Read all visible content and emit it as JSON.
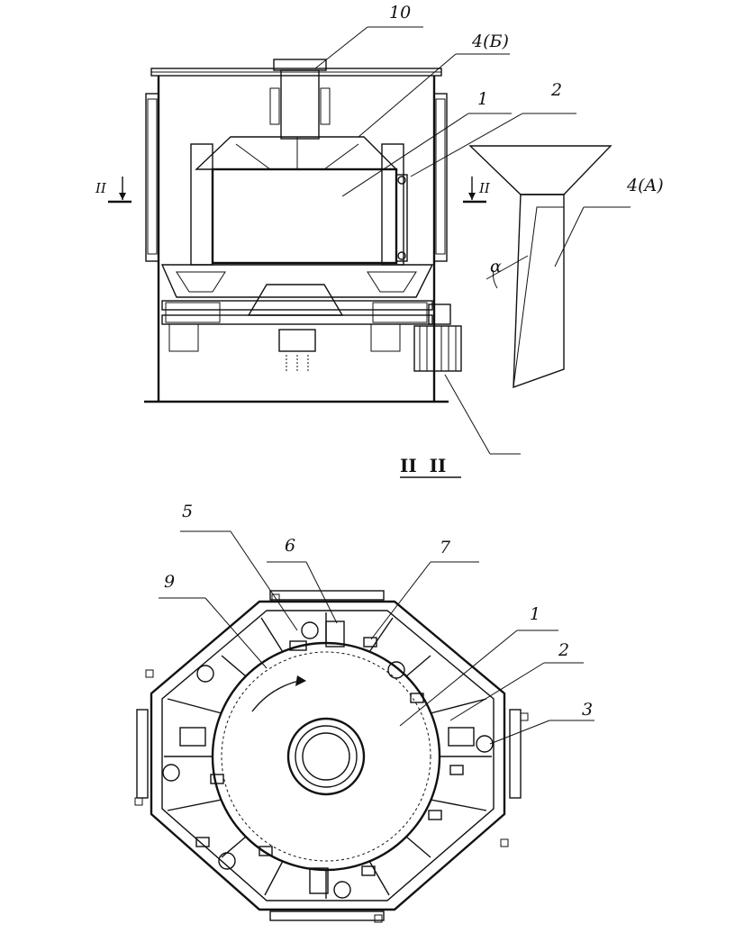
{
  "figure": {
    "top_labels": {
      "l10": "10",
      "l4b": "4(Б)",
      "l1": "1",
      "l2": "2",
      "l4a": "4(A)",
      "alpha": "α",
      "sec_left": "II",
      "sec_right": "II"
    },
    "section_title": "II  II",
    "bottom_labels": {
      "l5": "5",
      "l6": "6",
      "l7": "7",
      "l9": "9",
      "l1": "1",
      "l2": "2",
      "l3": "3"
    }
  }
}
